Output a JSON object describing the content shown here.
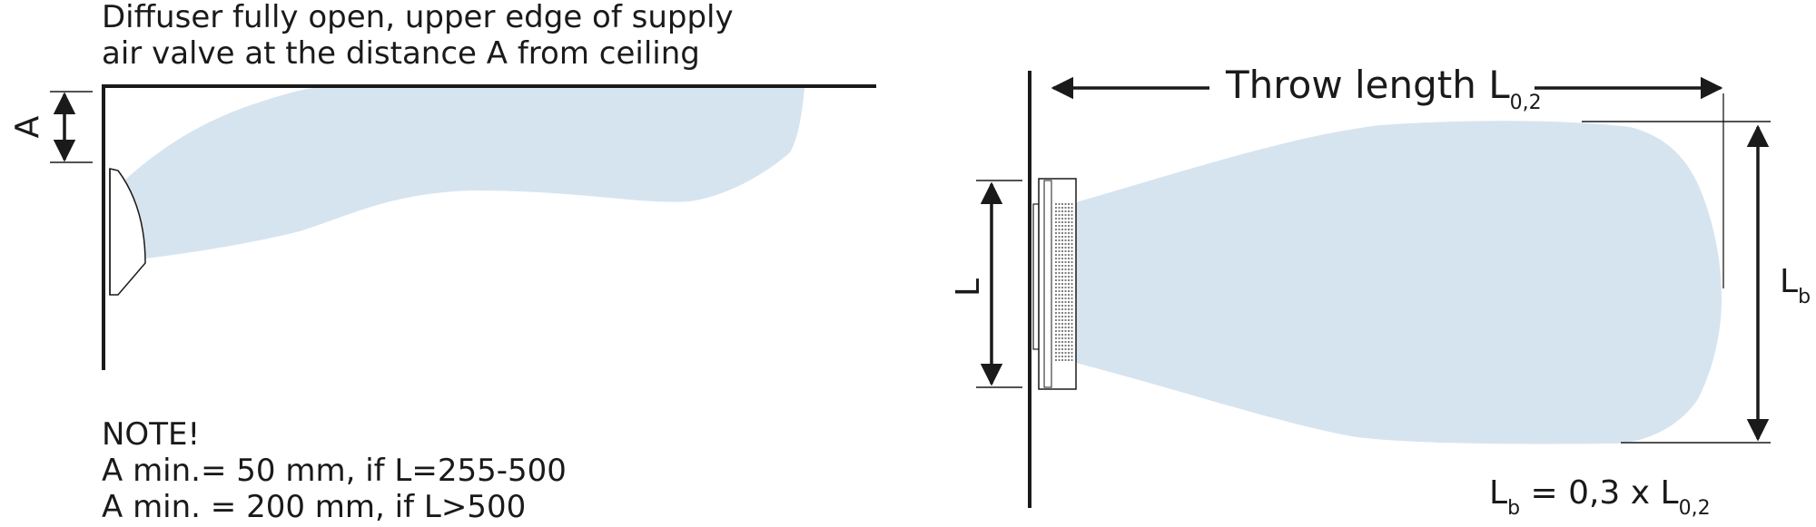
{
  "left": {
    "caption": [
      "Diffuser fully open, upper edge of supply",
      "air valve at the distance A from ceiling"
    ],
    "dimension_label": "A",
    "note": [
      "NOTE!",
      "A min.= 50 mm, if L=255-500",
      "A min. = 200 mm, if L>500"
    ]
  },
  "right": {
    "throw": {
      "text": "Throw length L",
      "sub": "0,2"
    },
    "height_label": "L",
    "width_label": {
      "main": "L",
      "sub": "b"
    },
    "formula": {
      "l": "L",
      "lsub": "b",
      "mid": " = 0,3 x L",
      "rsub": "0,2"
    }
  },
  "colors": {
    "line": "#1a1a1a",
    "air": "#d6e4f0"
  },
  "icons": [
    "diffuser-side-icon",
    "diffuser-front-icon"
  ]
}
